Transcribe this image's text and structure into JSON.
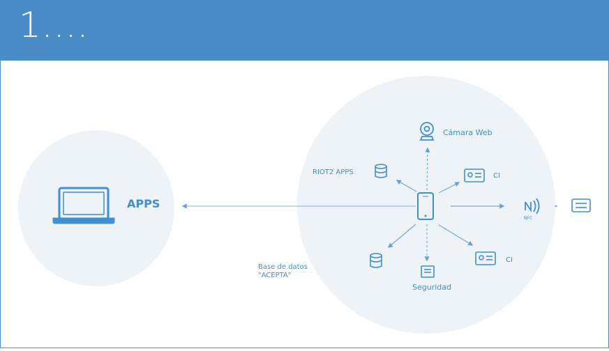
{
  "header": {
    "title": "1...."
  },
  "labels": {
    "apps": "APPS",
    "camara_web": "Cámara Web",
    "riot2_apps": "RIOT2 APPS",
    "ci_top": "CI",
    "ci_bottom": "CI",
    "nfc": "NFC",
    "base_datos_line1": "Base de datos",
    "base_datos_line2": "\"ACEPTA\"",
    "seguridad": "Seguridad"
  },
  "colors": {
    "header": "#4a8cc8",
    "accent": "#3f8fd3",
    "circle_fill": "#eef3f8"
  },
  "icons": [
    "laptop-icon",
    "phone-icon",
    "webcam-icon",
    "database-icon",
    "id-card-icon",
    "nfc-icon",
    "security-screen-icon"
  ]
}
